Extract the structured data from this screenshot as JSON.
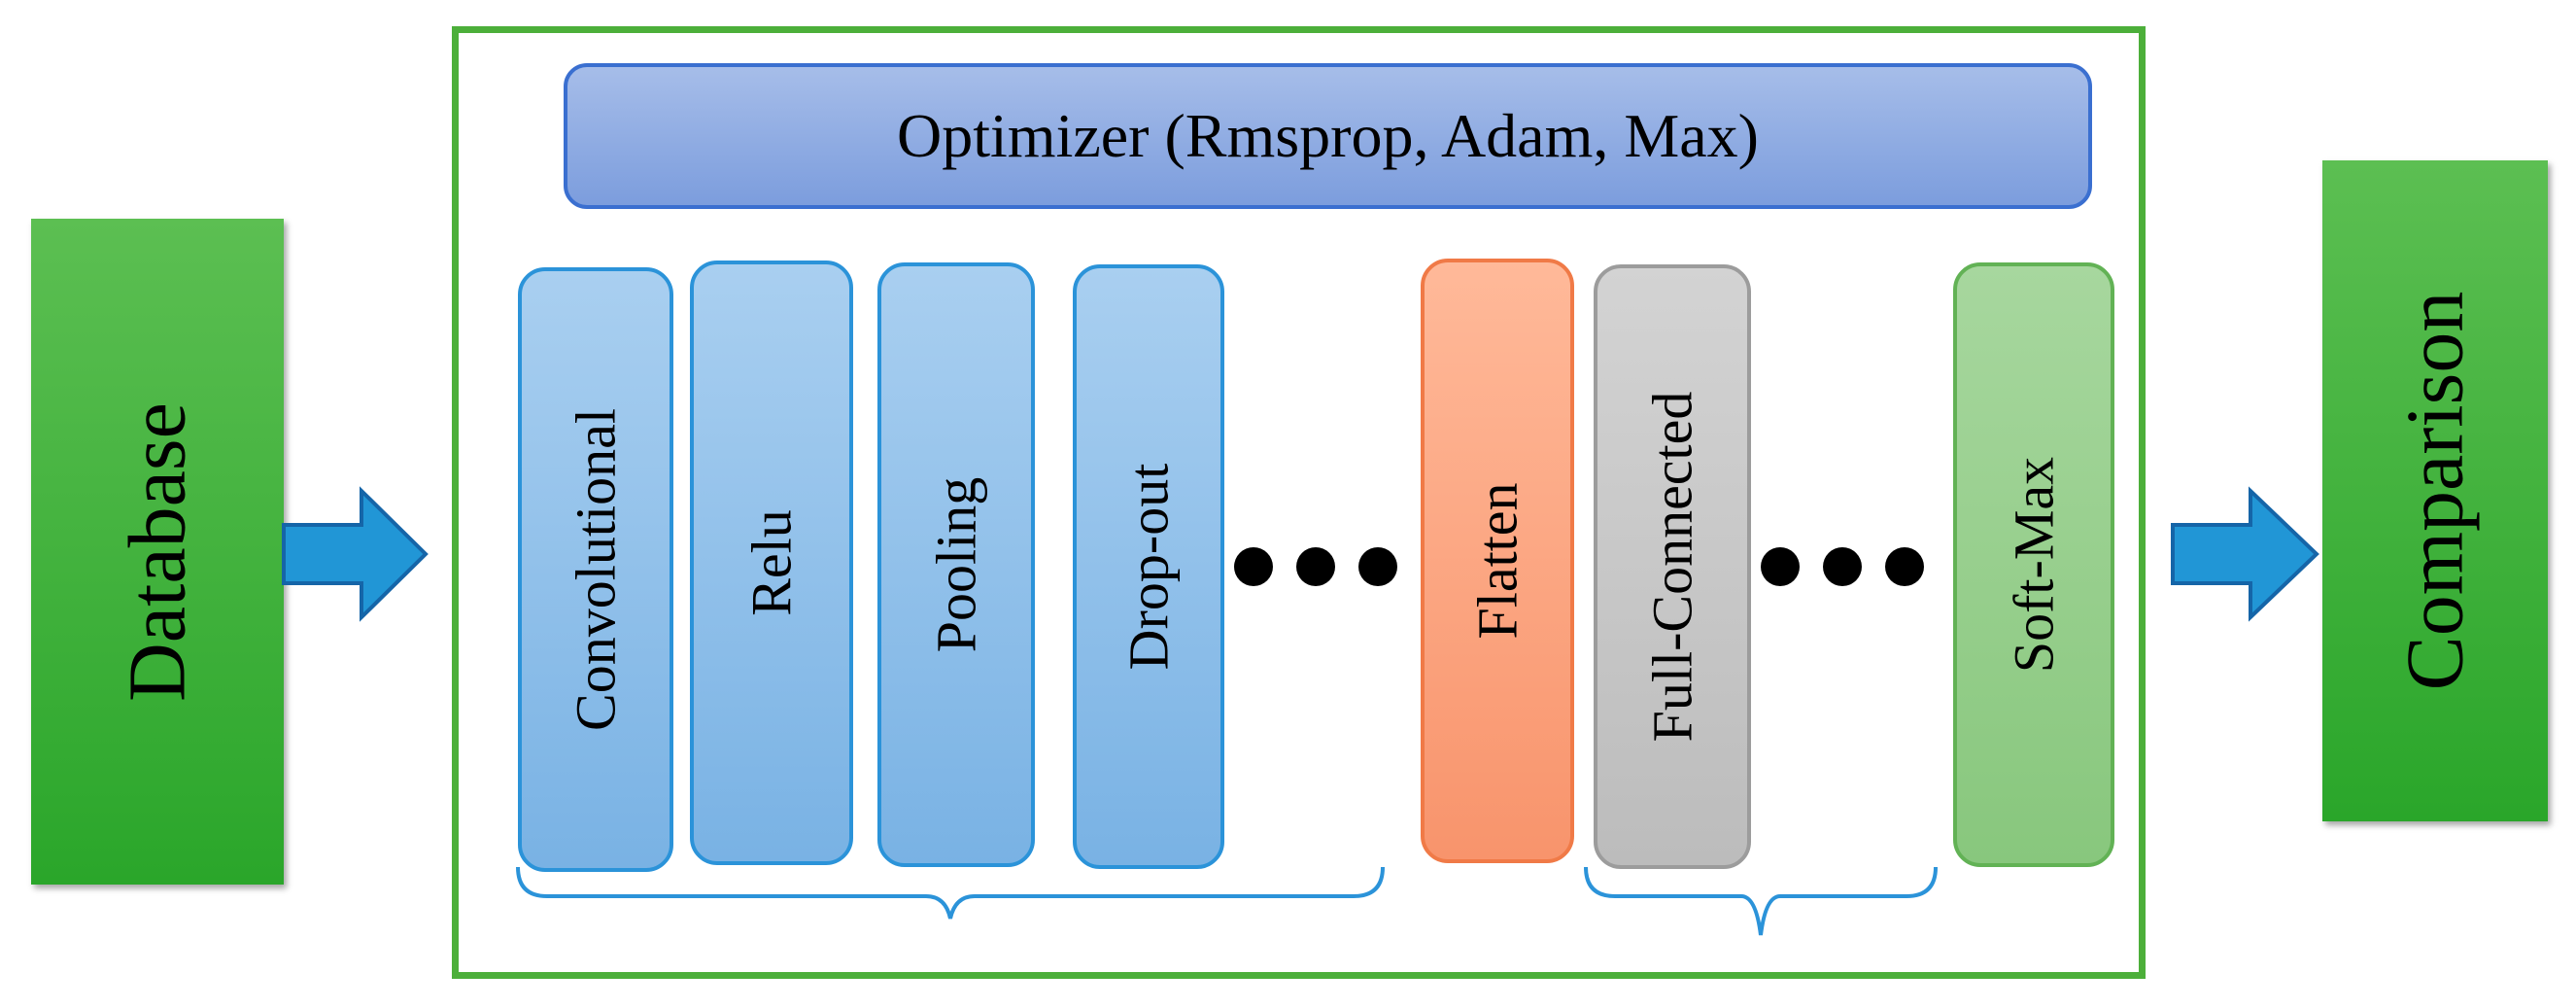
{
  "diagram": {
    "input_block": {
      "label": "Database"
    },
    "output_block": {
      "label": "Comparison"
    },
    "optimizer": {
      "label": "Optimizer (Rmsprop, Adam, Max)"
    },
    "layers": {
      "convolutional": "Convolutional",
      "relu": "Relu",
      "pooling": "Pooling",
      "dropout": "Drop-out",
      "flatten": "Flatten",
      "full_connected": "Full-Connected",
      "softmax": "Soft-Max"
    },
    "colors": {
      "frame_green": "#4caf3a",
      "arrow_blue": "#2196d6",
      "layer_blue": "#8fc1ea",
      "flatten_orange": "#f9a07c",
      "fc_gray": "#c8c8c8",
      "softmax_green": "#98cf8d",
      "optimizer_blue": "#8eadE4"
    }
  }
}
